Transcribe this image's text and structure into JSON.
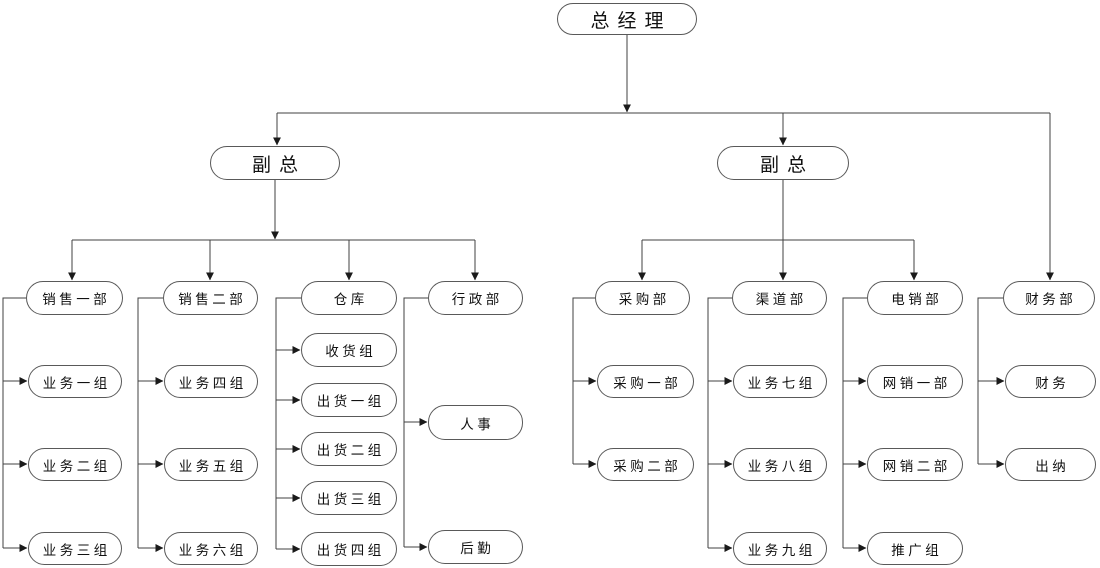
{
  "diagram": {
    "type": "org-chart",
    "background_color": "#ffffff",
    "box_border_color": "#595959",
    "line_color": "#404040",
    "arrow_color": "#1a1a1a",
    "text_color": "#111111",
    "root": {
      "label": "总经理"
    },
    "vps": [
      {
        "label": "副总"
      },
      {
        "label": "副总"
      }
    ],
    "departments": [
      {
        "label": "销售一部",
        "children": [
          "业务一组",
          "业务二组",
          "业务三组"
        ]
      },
      {
        "label": "销售二部",
        "children": [
          "业务四组",
          "业务五组",
          "业务六组"
        ]
      },
      {
        "label": "仓库",
        "children": [
          "收货组",
          "出货一组",
          "出货二组",
          "出货三组",
          "出货四组"
        ]
      },
      {
        "label": "行政部",
        "children": [
          "人事",
          "后勤"
        ]
      },
      {
        "label": "采购部",
        "children": [
          "采购一部",
          "采购二部"
        ]
      },
      {
        "label": "渠道部",
        "children": [
          "业务七组",
          "业务八组",
          "业务九组"
        ]
      },
      {
        "label": "电销部",
        "children": [
          "网销一部",
          "网销二部",
          "推广组"
        ]
      },
      {
        "label": "财务部",
        "children": [
          "财务",
          "出纳"
        ]
      }
    ]
  }
}
